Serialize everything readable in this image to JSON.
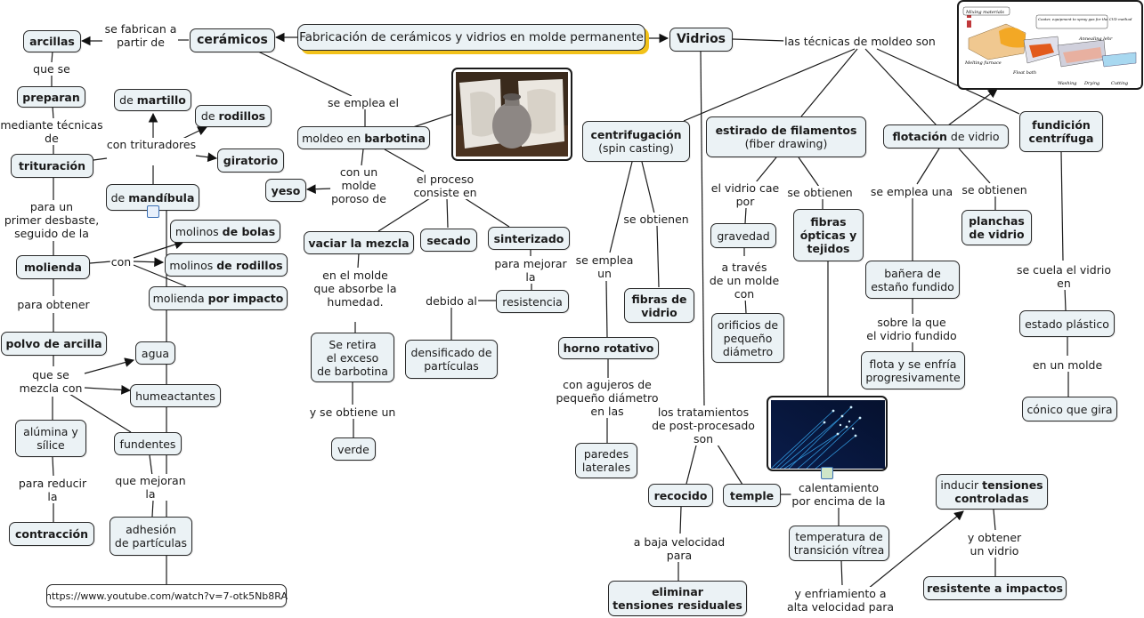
{
  "title": "Fabricación de cerámicos y vidrios en molde permanente",
  "colors": {
    "node_fill": "#ebf2f5",
    "node_border": "#2a2a2a",
    "title_shadow": "#f2c21a",
    "line": "#1a1a1a"
  },
  "nodes": {
    "ceramicos": "cerámicos",
    "vidrios": "Vidrios",
    "arcillas": "arcillas",
    "preparan": "preparan",
    "trituracion": "trituración",
    "de_martillo_pre": "de ",
    "de_martillo_b": "martillo",
    "de_rodillos_pre": "de ",
    "de_rodillos_b": "rodillos",
    "giratorio": "giratorio",
    "de_mandibula_pre": "de ",
    "de_mandibula_b": "mandíbula",
    "molienda": "molienda",
    "molinos_bolas_pre": "molinos ",
    "molinos_bolas_b": "de bolas",
    "molinos_rodillos_pre": "molinos ",
    "molinos_rodillos_b": "de rodillos",
    "molienda_impacto_pre": "molienda ",
    "molienda_impacto_b": "por impacto",
    "polvo_arcilla": "polvo de arcilla",
    "agua": "agua",
    "humeactantes": "humeactantes",
    "alumina_1": "alúmina y",
    "alumina_2": "sílice",
    "fundentes": "fundentes",
    "contraccion": "contracción",
    "adhesion_1": "adhesión",
    "adhesion_2": "de partículas",
    "url": "https://www.youtube.com/watch?v=7-otk5Nb8RA",
    "moldeo_pre": "moldeo en ",
    "moldeo_b": "barbotina",
    "yeso": "yeso",
    "vaciar": "vaciar la mezcla",
    "secado": "secado",
    "sinterizado": "sinterizado",
    "resistencia": "resistencia",
    "densificado_1": "densificado de",
    "densificado_2": "partículas",
    "se_retira_1": "Se retira",
    "se_retira_2": "el exceso",
    "se_retira_3": "de barbotina",
    "verde": "verde",
    "centrifugacion_1": "centrifugación",
    "centrifugacion_2": "(spin casting)",
    "estirado_1": "estirado de filamentos",
    "estirado_2": "(fiber drawing)",
    "flotacion_b": "flotación",
    "flotacion_post": " de vidrio",
    "fundicion_1": "fundición",
    "fundicion_2": "centrífuga",
    "fibras_vidrio_1": "fibras de",
    "fibras_vidrio_2": "vidrio",
    "horno": "horno rotativo",
    "paredes_1": "paredes",
    "paredes_2": "laterales",
    "gravedad": "gravedad",
    "orificios_1": "orificios de",
    "orificios_2": "pequeño",
    "orificios_3": "diámetro",
    "fibras_opticas_1": "fibras",
    "fibras_opticas_2": "ópticas y",
    "fibras_opticas_3": "tejidos",
    "banera_1": "bañera de",
    "banera_2": "estaño fundido",
    "flota_1": "flota y se enfría",
    "flota_2": "progresivamente",
    "planchas_1": "planchas",
    "planchas_2": "de vidrio",
    "estado_plastico": "estado plástico",
    "conico": "cónico que gira",
    "recocido": "recocido",
    "temple": "temple",
    "eliminar_1": "eliminar",
    "eliminar_2": "tensiones residuales",
    "temperatura_1": "temperatura de",
    "temperatura_2": "transición vítrea",
    "inducir_pre": "inducir ",
    "inducir_b1": "tensiones",
    "inducir_b2": "controladas",
    "resistente": "resistente a impactos"
  },
  "links": {
    "se_fabrican": "se fabrican a\npartir de",
    "que_se": "que se",
    "mediante": "mediante técnicas\nde",
    "con_trituradores": "con trituradores",
    "para_un": "para un\nprimer desbaste,\nseguido de la",
    "con": "con",
    "para_obtener": "para obtener",
    "que_se_mezcla": "que se\nmezcla con",
    "para_reducir": "para reducir\nla",
    "que_mejoran": "que mejoran\nla",
    "se_emplea_el": "se emplea el",
    "con_un_molde": "con un\nmolde\nporoso de",
    "el_proceso": "el proceso\nconsiste en",
    "en_el_molde": "en el molde\nque absorbe la\nhumedad.",
    "y_se_obtiene": "y se obtiene un",
    "para_mejorar": "para mejorar\nla",
    "debido_al": "debido al",
    "tecnicas": "las técnicas de moldeo son",
    "se_emplea_un": "se emplea\nun",
    "se_obtienen_1": "se obtienen",
    "con_agujeros": "con agujeros de\npequeño diámetro\nen las",
    "el_vidrio_cae": "el vidrio cae\npor",
    "a_traves": "a través\nde un molde\ncon",
    "se_obtienen_2": "se obtienen",
    "se_emplea_una": "se emplea una",
    "se_obtienen_3": "se obtienen",
    "sobre_la_que": "sobre la que\nel vidrio fundido",
    "se_cuela": "se cuela el vidrio\nen",
    "en_un_molde": "en un molde",
    "tratamientos": "los tratamientos\nde post-procesado\nson",
    "a_baja": "a baja velocidad\npara",
    "calentamiento": "calentamiento\npor encima de la",
    "y_enfriamiento": "y enfriamiento a\nalta velocidad para",
    "y_obtener": "y obtener\nun vidrio"
  },
  "images": {
    "mold": "slip-casting-mold-photo",
    "fiber": "optical-fiber-photo",
    "float": {
      "labels": [
        "Mixing materials",
        "Coater, equipment to spray gas for the CVD method",
        "Annealing lehr",
        "Melting furnace",
        "Float bath",
        "Washing",
        "Drying",
        "Cutting"
      ]
    }
  }
}
